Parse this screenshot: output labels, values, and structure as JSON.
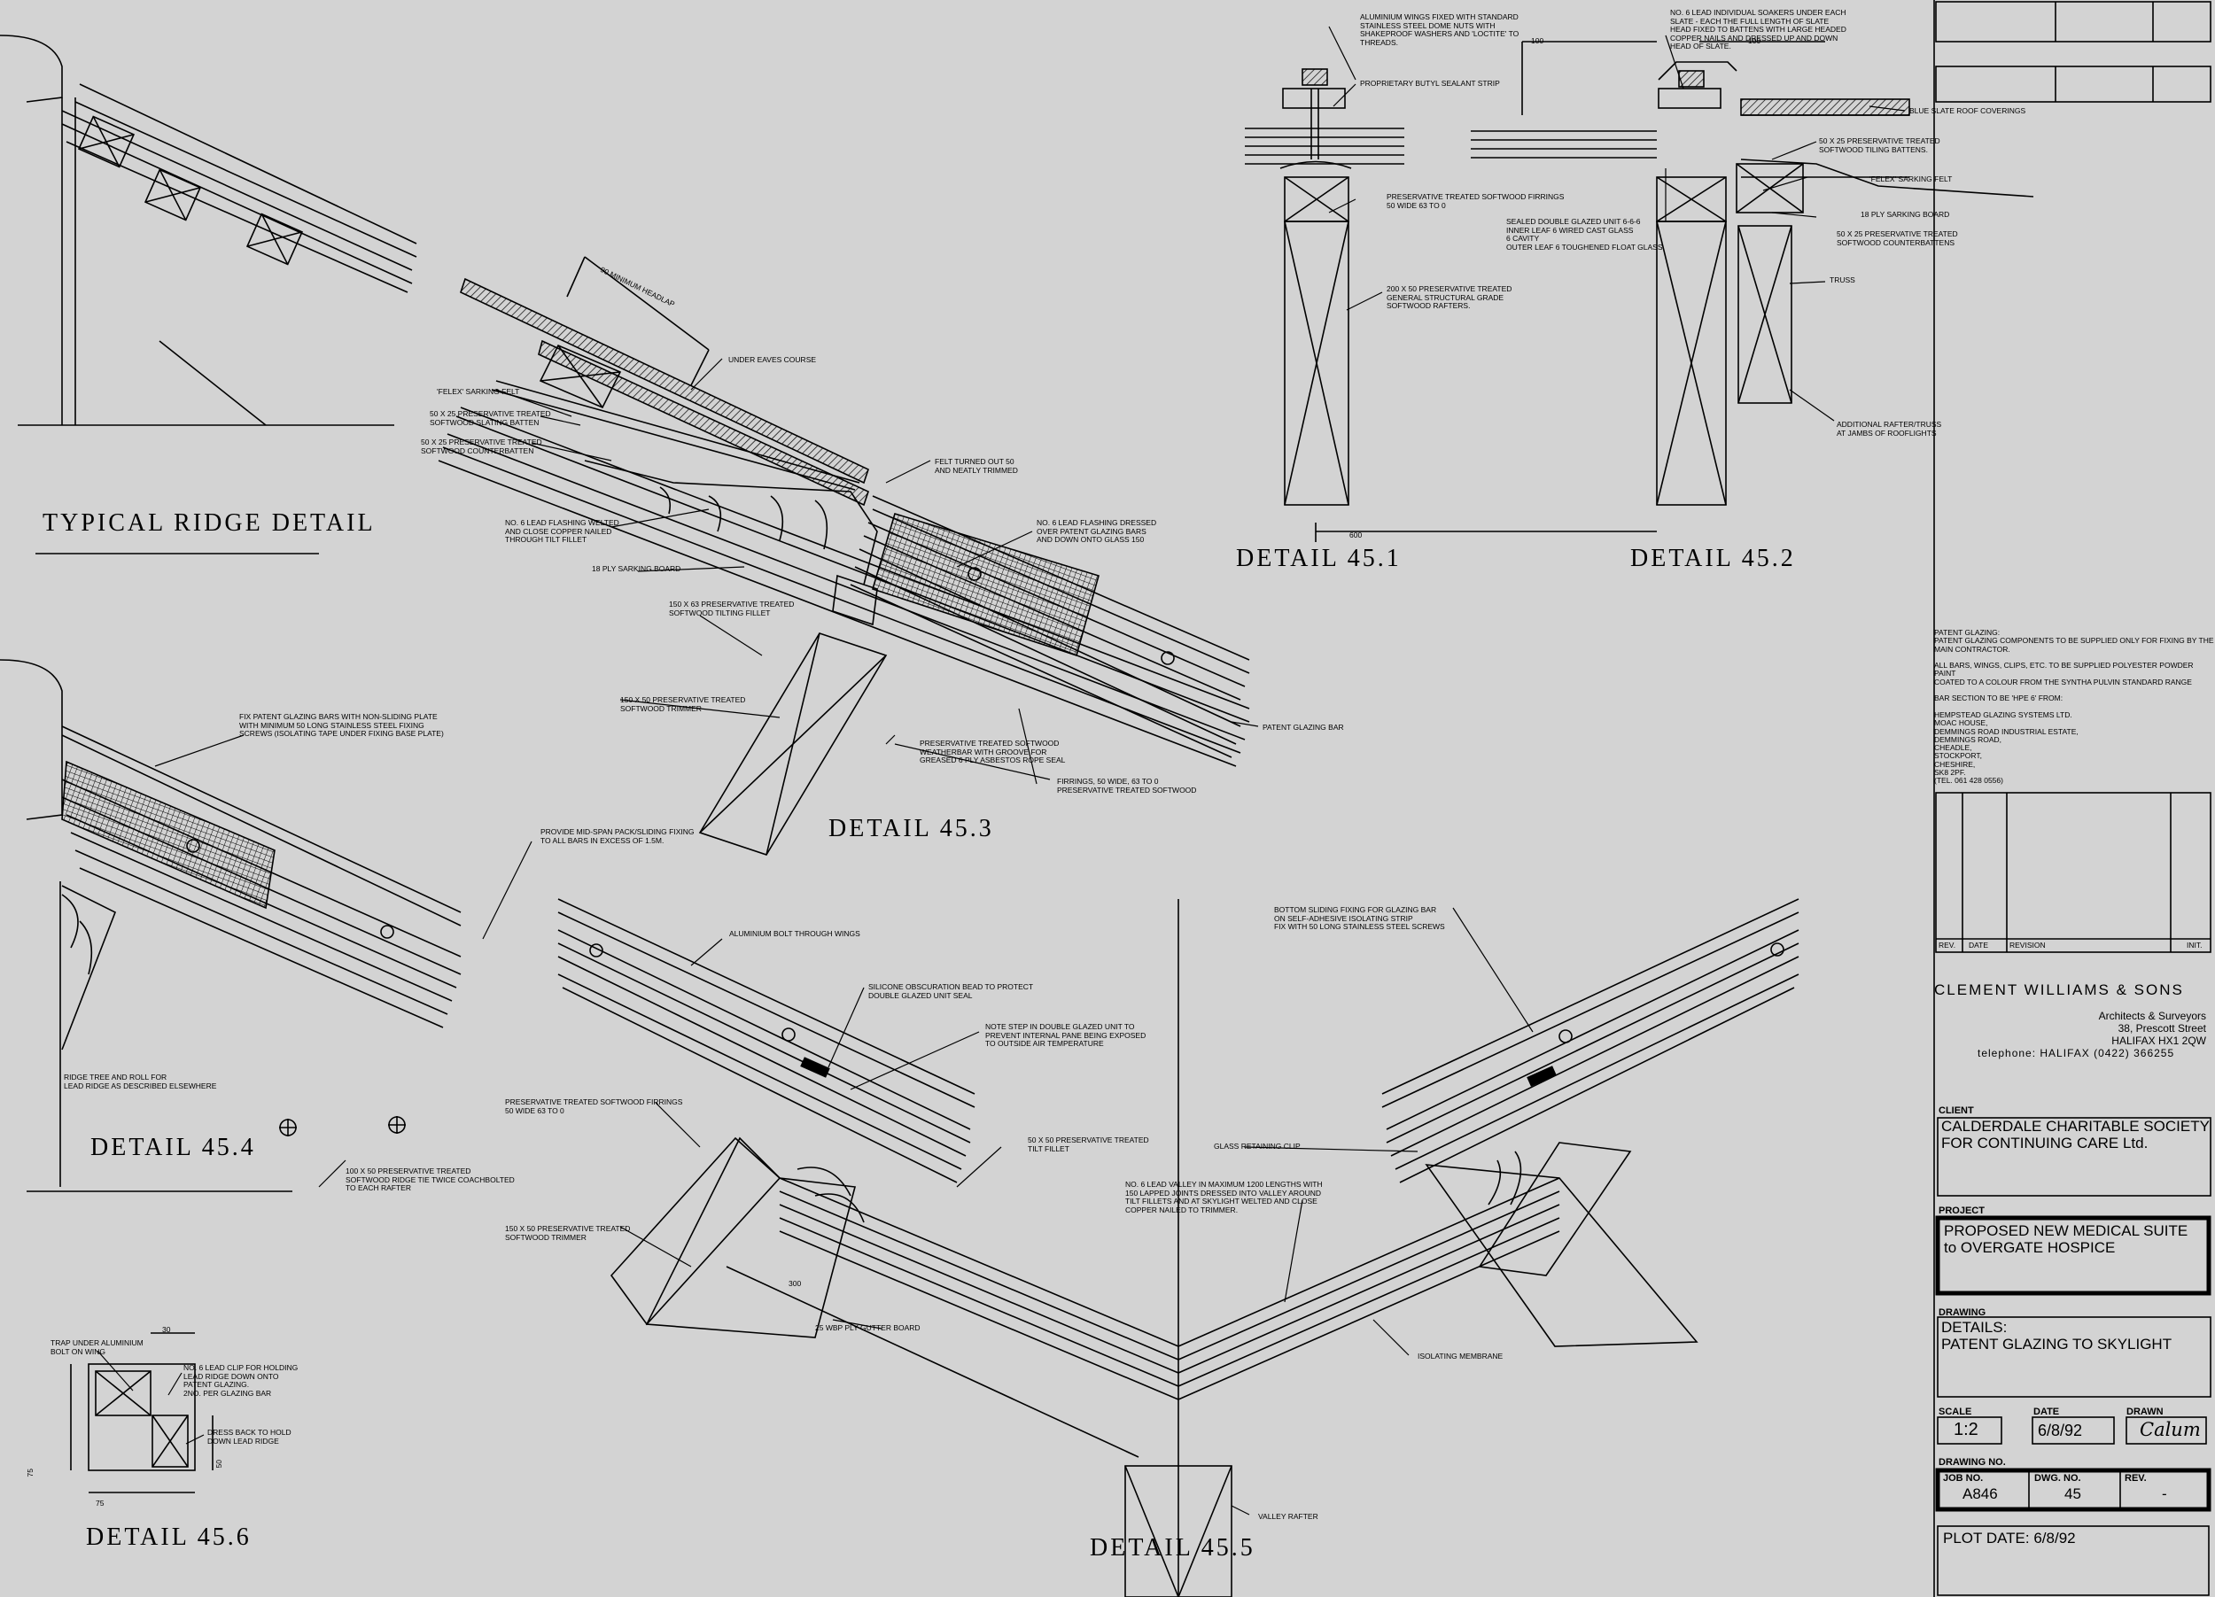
{
  "details": {
    "ridge": "TYPICAL RIDGE DETAIL",
    "d451": "DETAIL 45.1",
    "d452": "DETAIL 45.2",
    "d453": "DETAIL 45.3",
    "d454": "DETAIL 45.4",
    "d455": "DETAIL 45.5",
    "d456": "DETAIL 45.6"
  },
  "notes": {
    "n01": "ALUMINIUM WINGS FIXED WITH STANDARD\nSTAINLESS STEEL DOME NUTS WITH\nSHAKEPROOF WASHERS AND 'LOCTITE' TO\nTHREADS.",
    "n02": "PROPRIETARY BUTYL SEALANT STRIP",
    "n03": "PRESERVATIVE TREATED SOFTWOOD FIRRINGS\n50 WIDE 63 TO 0",
    "n04": "200 x 50 PRESERVATIVE TREATED\nGENERAL STRUCTURAL GRADE\nSOFTWOOD RAFTERS.",
    "n05": "No. 6 LEAD INDIVIDUAL SOAKERS UNDER EACH\nSLATE - EACH THE FULL LENGTH OF SLATE\nHEAD FIXED TO BATTENS WITH LARGE HEADED\nCOPPER NAILS AND DRESSED UP AND DOWN\nHEAD OF SLATE.",
    "n06": "BLUE SLATE ROOF COVERINGS",
    "n07": "50 x 25 PRESERVATIVE TREATED\nSOFTWOOD TILING BATTENS.",
    "n08": "'FELEX' SARKING FELT",
    "n09": "18 PLY SARKING BOARD",
    "n10": "50 x 25 PRESERVATIVE TREATED\nSOFTWOOD COUNTERBATTENS",
    "n11": "SEALED DOUBLE GLAZED UNIT 6-6-6\nINNER LEAF 6 WIRED CAST GLASS\n6 CAVITY\nOUTER LEAF 6 TOUGHENED FLOAT GLASS",
    "n12": "TRUSS",
    "n13": "ADDITIONAL RAFTER/TRUSS\nAT JAMBS OF ROOFLIGHTS",
    "n14": "90 MINIMUM HEADLAP",
    "n15": "UNDER EAVES COURSE",
    "n16": "'FELEX' SARKING FELT",
    "n17": "50 x 25 PRESERVATIVE TREATED\nSOFTWOOD SLATING BATTEN",
    "n18": "50 x 25 PRESERVATIVE TREATED\nSOFTWOOD COUNTERBATTEN",
    "n19": "FELT TURNED OUT 50\nAND NEATLY TRIMMED",
    "n20": "No. 6 LEAD FLASHING WELTED\nAND CLOSE COPPER NAILED\nTHROUGH TILT FILLET",
    "n21": "No. 6 LEAD FLASHING DRESSED\nOVER PATENT GLAZING BARS\nAND DOWN ONTO GLASS 150",
    "n22": "18 PLY SARKING BOARD",
    "n23": "150 x 63 PRESERVATIVE TREATED\nSOFTWOOD TILTING FILLET",
    "n24": "150 x 50 PRESERVATIVE TREATED\nSOFTWOOD TRIMMER",
    "n25": "PRESERVATIVE TREATED SOFTWOOD\nWEATHERBAR WITH GROOVE FOR\nGREASED 6 PLY ASBESTOS ROPE SEAL",
    "n26": "FIRRINGS, 50 WIDE, 63 TO 0\nPRESERVATIVE TREATED SOFTWOOD",
    "n27": "PATENT GLAZING BAR",
    "n28": "FIX PATENT GLAZING BARS WITH NON-SLIDING PLATE\nWITH MINIMUM 50 LONG STAINLESS STEEL FIXING\nSCREWS (ISOLATING TAPE UNDER FIXING BASE PLATE)",
    "n29": "PROVIDE MID-SPAN PACK/SLIDING FIXING\nTO ALL BARS IN EXCESS OF 1.5m.",
    "n30": "RIDGE TREE AND ROLL FOR\nLEAD RIDGE AS DESCRIBED ELSEWHERE",
    "n31": "100 x 50 PRESERVATIVE TREATED\nSOFTWOOD RIDGE TIE TWICE COACHBOLTED\nTO EACH RAFTER",
    "n32": "ALUMINIUM BOLT THROUGH WINGS",
    "n33": "SILICONE OBSCURATION BEAD TO PROTECT\nDOUBLE GLAZED UNIT SEAL",
    "n34": "NOTE STEP IN DOUBLE GLAZED UNIT TO\nPREVENT INTERNAL PANE BEING EXPOSED\nTO OUTSIDE AIR TEMPERATURE",
    "n35": "PRESERVATIVE TREATED SOFTWOOD FIRRINGS\n50 WIDE 63 TO 0",
    "n36": "50 x 50 PRESERVATIVE TREATED\nTILT FILLET",
    "n37": "150 x 50 PRESERVATIVE TREATED\nSOFTWOOD TRIMMER",
    "n38": "25 WBP PLY GUTTER BOARD",
    "n39": "BOTTOM SLIDING FIXING FOR GLAZING BAR\nON SELF-ADHESIVE ISOLATING STRIP\nFIX WITH 50 LONG STAINLESS STEEL SCREWS",
    "n40": "GLASS RETAINING CLIP",
    "n41": "No. 6 LEAD VALLEY IN MAXIMUM 1200 LENGTHS WITH\n150 LAPPED JOINTS DRESSED INTO VALLEY AROUND\nTILT FILLETS AND AT SKYLIGHT WELTED AND CLOSE\nCOPPER NAILED TO TRIMMER.",
    "n42": "ISOLATING MEMBRANE",
    "n43": "VALLEY RAFTER",
    "n44": "TRAP UNDER ALUMINIUM\nBOLT ON WING",
    "n45": "No. 6 LEAD CLIP FOR HOLDING\nLEAD RIDGE DOWN ONTO\nPATENT GLAZING.\n2No. PER GLAZING BAR",
    "n46": "DRESS BACK TO HOLD\nDOWN LEAD RIDGE",
    "n47": "PATENT GLAZING:\nPATENT GLAZING COMPONENTS TO BE SUPPLIED ONLY FOR FIXING BY THE\nMAIN CONTRACTOR.\n\nALL BARS, WINGS, CLIPS, ETC. TO BE SUPPLIED POLYESTER POWDER PAINT\nCOATED TO A COLOUR FROM THE SYNTHA PULVIN STANDARD RANGE\n\nBAR SECTION TO BE 'HPE 6' FROM:\n\nHEMPSTEAD GLAZING SYSTEMS Ltd.\nMOAC HOUSE,\nDEMMINGS ROAD INDUSTRIAL ESTATE,\nDEMMINGS ROAD,\nCHEADLE,\nSTOCKPORT,\nCHESHIRE,\nSK8 2PF.\n(tel. 061 428 0556)"
  },
  "dims": {
    "d100a": "100",
    "d100b": "100",
    "d600": "600",
    "d300": "300",
    "d30": "30",
    "d75a": "75",
    "d75b": "75",
    "d50": "50"
  },
  "titleblock": {
    "rev_h": "REV.",
    "date_h": "DATE",
    "revision_h": "REVISION",
    "init_h": "INIT.",
    "firm": "CLEMENT WILLIAMS & SONS",
    "address": "Architects & Surveyors\n38, Prescott Street\nHALIFAX HX1 2QW",
    "telephone": "telephone: HALIFAX (0422) 366255",
    "client_label": "CLIENT",
    "client": "CALDERDALE CHARITABLE SOCIETY\nFOR CONTINUING CARE Ltd.",
    "project_label": "PROJECT",
    "project": "PROPOSED NEW MEDICAL SUITE\nto OVERGATE HOSPICE",
    "drawing_label": "DRAWING",
    "drawing": "DETAILS:\nPATENT GLAZING TO SKYLIGHT",
    "scale_label": "SCALE",
    "scale": "1:2",
    "date_label": "DATE",
    "date": "6/8/92",
    "drawn_label": "DRAWN",
    "drawn_sig": "Calum",
    "drawing_no_label": "DRAWING No.",
    "job_label": "JOB No.",
    "job": "A846",
    "dwg_label": "DWG. No.",
    "dwg": "45",
    "rev_label": "REV.",
    "rev": "-",
    "plot": "PLOT DATE: 6/8/92"
  }
}
